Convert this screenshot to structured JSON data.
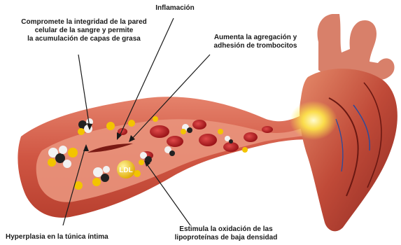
{
  "labels": {
    "inflammation": "Inflamación",
    "wall_integrity": "Compromete la integridad de la pared\ncelular de la sangre y permite\nla acumulación de capas de grasa",
    "aggregation": "Aumenta la agregación y\nadhesión de trombocitos",
    "hyperplasia": "Hyperplasia en la túnica íntima",
    "oxidation": "Estimula la oxidación de las\nlipoproteínas de baja densidad"
  },
  "particle_label": "LDL",
  "colors": {
    "vessel_wall": "#d9604e",
    "vessel_inner": "#e8836c",
    "red_cell": "#c0202a",
    "fat_particle": "#f3c400",
    "heart_muscle": "#c8503e",
    "glow": "#ffe94a"
  }
}
